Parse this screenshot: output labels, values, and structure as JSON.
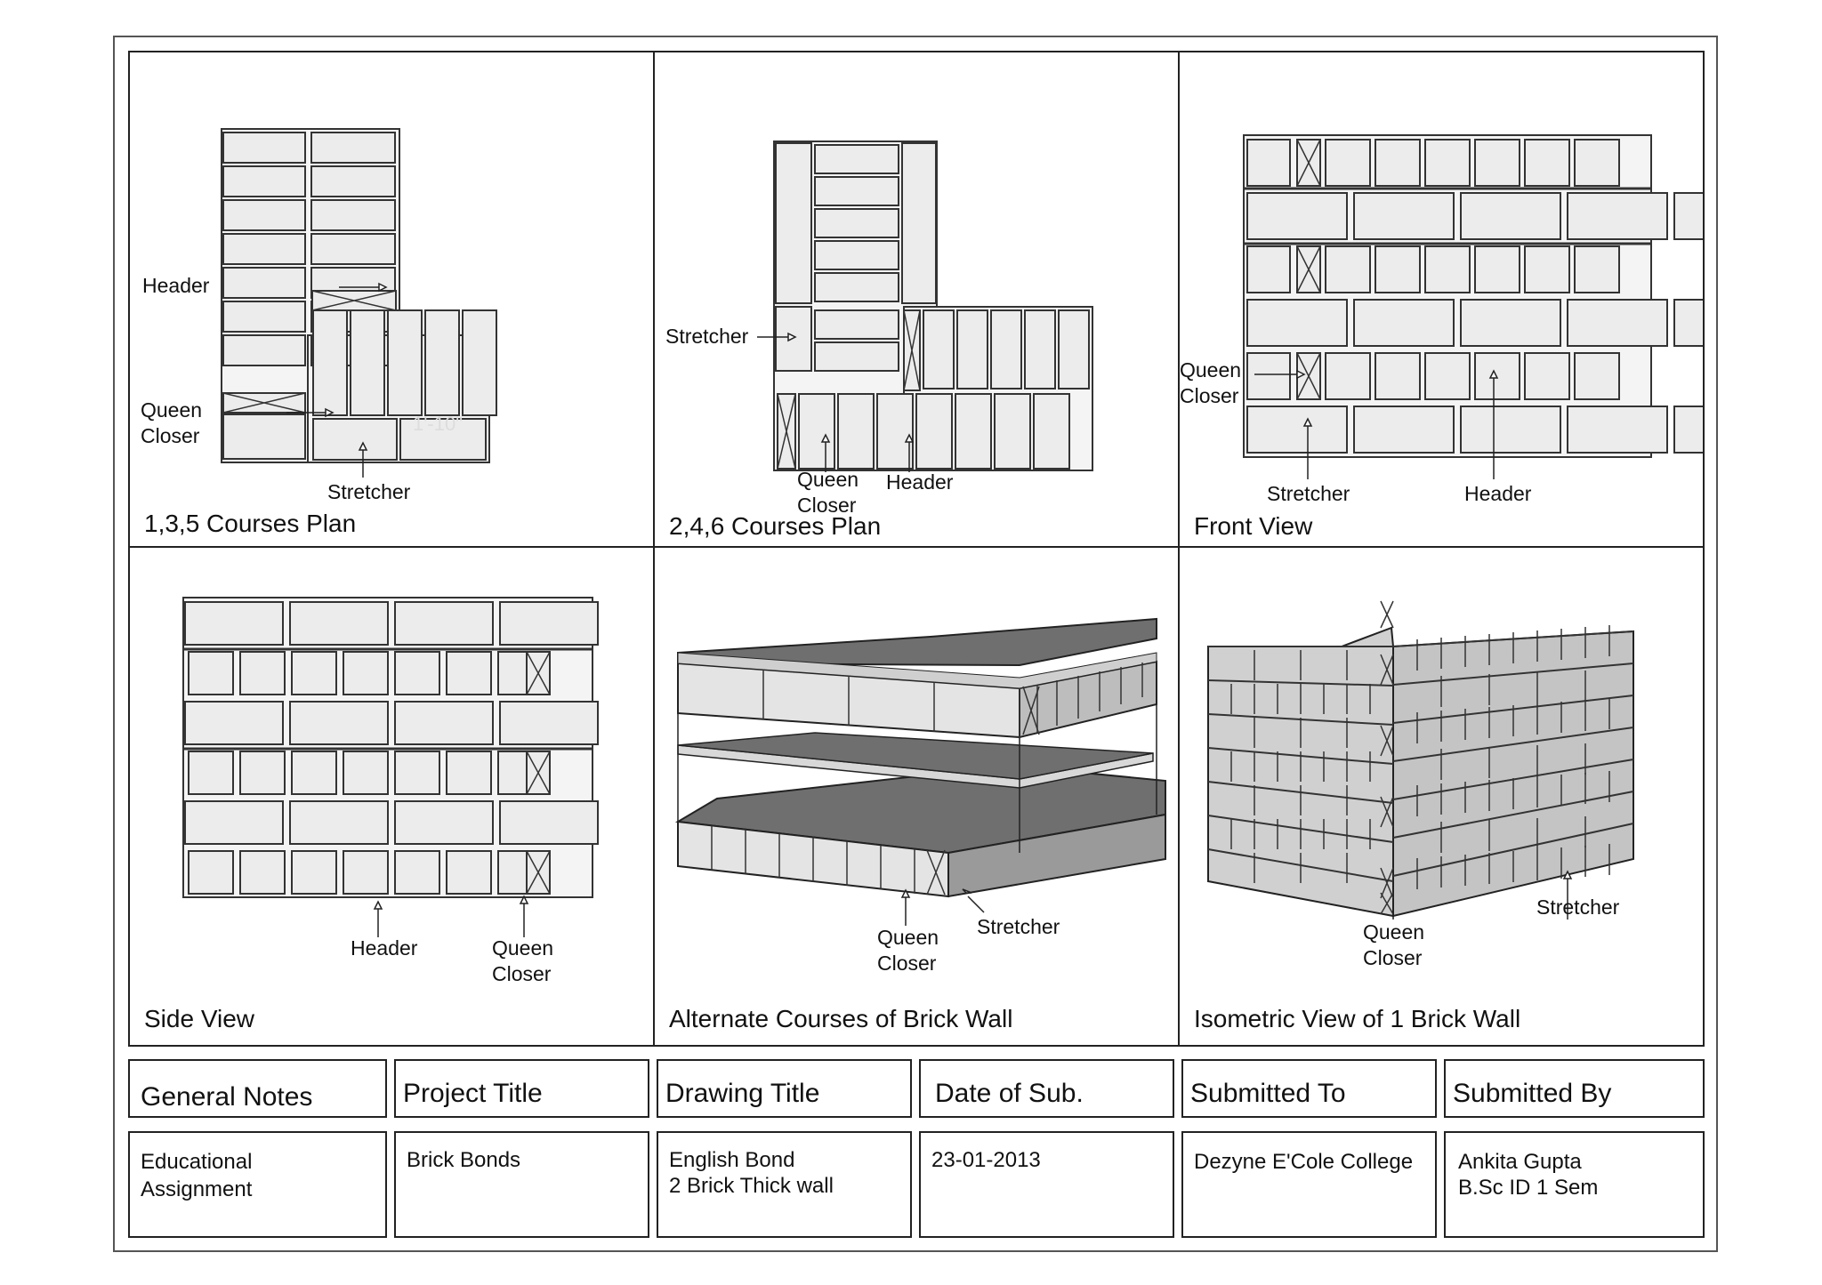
{
  "panels": {
    "plan135": {
      "caption": "1,3,5 Courses Plan",
      "labels": {
        "header": "Header",
        "queen_closer": "Queen\nCloser",
        "stretcher": "Stretcher",
        "dimension": "1'-10\""
      }
    },
    "plan246": {
      "caption": "2,4,6  Courses Plan",
      "labels": {
        "stretcher": "Stretcher",
        "queen_closer": "Queen\nCloser",
        "header": "Header"
      }
    },
    "front": {
      "caption": "Front View",
      "labels": {
        "queen_closer": "Queen\nCloser",
        "stretcher": "Stretcher",
        "header": "Header"
      }
    },
    "side": {
      "caption": "Side View",
      "labels": {
        "header": "Header",
        "queen_closer": "Queen\nCloser"
      }
    },
    "alternate": {
      "caption": "Alternate Courses of Brick Wall",
      "labels": {
        "queen_closer": "Queen\nCloser",
        "stretcher": "Stretcher"
      }
    },
    "isometric": {
      "caption": "Isometric View of 1 Brick Wall",
      "labels": {
        "queen_closer": "Queen\nCloser",
        "stretcher": "Stretcher"
      }
    }
  },
  "title_block": {
    "headers": [
      "General Notes",
      "Project Title",
      "Drawing Title",
      "Date of Sub.",
      "Submitted To",
      "Submitted By"
    ],
    "values": [
      [
        "Educational",
        "Assignment"
      ],
      [
        "Brick Bonds"
      ],
      [
        "English Bond",
        "2 Brick Thick wall"
      ],
      [
        "23-01-2013"
      ],
      [
        "Dezyne E'Cole College"
      ],
      [
        "Ankita Gupta",
        "B.Sc ID 1 Sem"
      ]
    ]
  },
  "colors": {
    "brick_fill": "#ececec",
    "brick_stroke": "#333333",
    "dark_fill": "#6f6f6f",
    "line": "#222222"
  }
}
